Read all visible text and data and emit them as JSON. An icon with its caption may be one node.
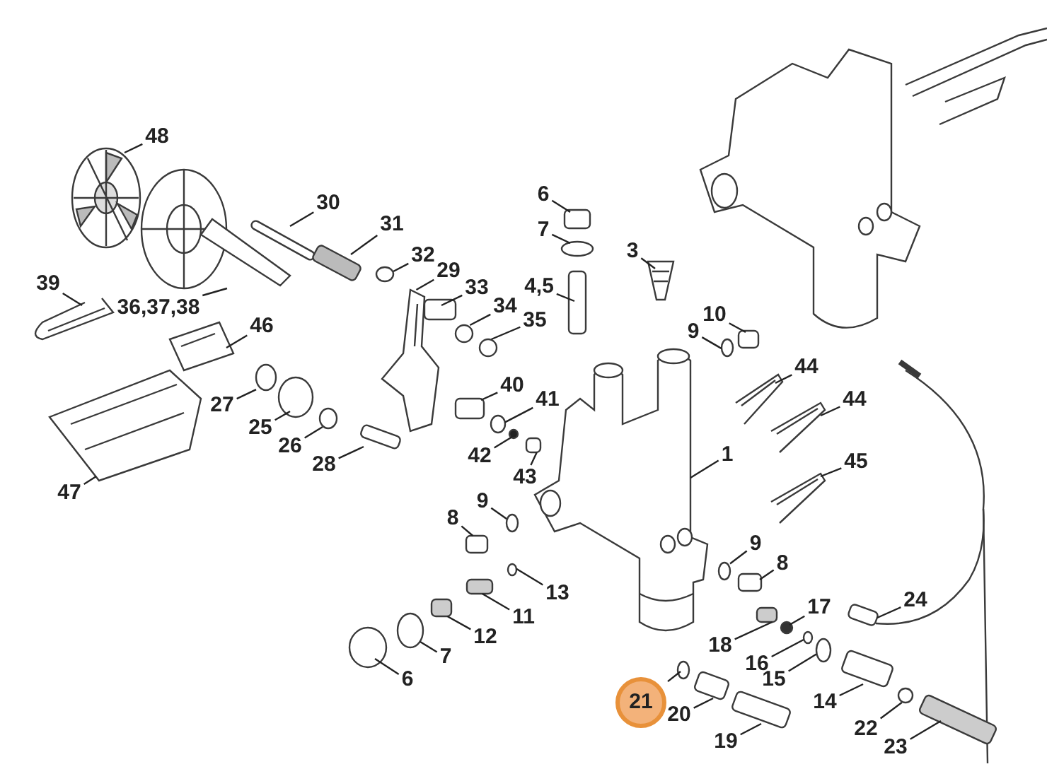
{
  "diagram": {
    "nodes": [
      {
        "text": [
          "48"
        ]
      },
      {
        "text": [
          "6"
        ]
      },
      {
        "text": [
          "30"
        ]
      },
      {
        "text": [
          "7"
        ]
      },
      {
        "text": [
          "31"
        ]
      },
      {
        "text": [
          "3"
        ]
      },
      {
        "text": [
          "32"
        ]
      },
      {
        "text": [
          "29"
        ]
      },
      {
        "text": [
          "39"
        ]
      },
      {
        "text": [
          "4,5"
        ]
      },
      {
        "text": [
          "33"
        ]
      },
      {
        "text": [
          "36,37,38"
        ]
      },
      {
        "text": [
          "34"
        ]
      },
      {
        "text": [
          "10"
        ]
      },
      {
        "text": [
          "35"
        ]
      },
      {
        "text": [
          "46"
        ]
      },
      {
        "text": [
          "9"
        ]
      },
      {
        "text": [
          "44"
        ]
      },
      {
        "text": [
          "40"
        ]
      },
      {
        "text": [
          "44"
        ]
      },
      {
        "text": [
          "41"
        ]
      },
      {
        "text": [
          "27"
        ]
      },
      {
        "text": [
          "25"
        ]
      },
      {
        "text": [
          "26"
        ]
      },
      {
        "text": [
          "42"
        ]
      },
      {
        "text": [
          "1"
        ]
      },
      {
        "text": [
          "45"
        ]
      },
      {
        "text": [
          "28"
        ]
      },
      {
        "text": [
          "43"
        ]
      },
      {
        "text": [
          "47"
        ]
      },
      {
        "text": [
          "9"
        ]
      },
      {
        "text": [
          "8"
        ]
      },
      {
        "text": [
          "9"
        ]
      },
      {
        "text": [
          "8"
        ]
      },
      {
        "text": [
          "13"
        ]
      },
      {
        "text": [
          "24"
        ]
      },
      {
        "text": [
          "17"
        ]
      },
      {
        "text": [
          "11"
        ]
      },
      {
        "text": [
          "12"
        ]
      },
      {
        "text": [
          "18"
        ]
      },
      {
        "text": [
          "7"
        ]
      },
      {
        "text": [
          "16"
        ]
      },
      {
        "text": [
          "15"
        ]
      },
      {
        "text": [
          "6"
        ]
      },
      {
        "text": [
          "21"
        ]
      },
      {
        "text": [
          "14"
        ]
      },
      {
        "text": [
          "20"
        ]
      },
      {
        "text": [
          "22"
        ]
      },
      {
        "text": [
          "19"
        ]
      },
      {
        "text": [
          "23"
        ]
      },
      {
        "text": [],
        "shape": "picture"
      },
      {
        "text": [],
        "shape": "box"
      },
      {
        "text": [],
        "shape": "box"
      },
      {
        "text": [],
        "shape": "circle"
      },
      {
        "text": [],
        "shape": "box"
      },
      {
        "text": [],
        "shape": "picture"
      },
      {
        "text": [],
        "shape": "circle"
      },
      {
        "text": [],
        "shape": "picture"
      },
      {
        "text": [],
        "shape": "picture"
      },
      {
        "text": [],
        "shape": "box"
      },
      {
        "text": [],
        "shape": "box"
      },
      {
        "text": [],
        "shape": "picture"
      },
      {
        "text": [],
        "shape": "circle"
      },
      {
        "text": [],
        "shape": "box"
      },
      {
        "text": [],
        "shape": "circle"
      },
      {
        "text": [],
        "shape": "picture"
      },
      {
        "text": [],
        "shape": "circle"
      },
      {
        "text": [],
        "shape": "picture"
      },
      {
        "text": [],
        "shape": "box"
      },
      {
        "text": [],
        "shape": "picture"
      },
      {
        "text": [],
        "shape": "circle"
      },
      {
        "text": [],
        "shape": "circle"
      },
      {
        "text": [],
        "shape": "circle"
      },
      {
        "text": [],
        "shape": "circle"
      },
      {
        "text": [],
        "shape": "circle"
      },
      {
        "text": [],
        "shape": "picture"
      },
      {
        "text": [],
        "shape": "picture"
      },
      {
        "text": [],
        "shape": "box"
      },
      {
        "text": [],
        "shape": "box"
      },
      {
        "text": [],
        "shape": "picture"
      },
      {
        "text": [],
        "shape": "circle"
      },
      {
        "text": [],
        "shape": "box"
      },
      {
        "text": [],
        "shape": "circle"
      },
      {
        "text": [],
        "shape": "box"
      },
      {
        "text": [],
        "shape": "circle"
      },
      {
        "text": [],
        "shape": "box"
      },
      {
        "text": [],
        "shape": "circle"
      },
      {
        "text": [],
        "shape": "box"
      },
      {
        "text": [],
        "shape": "box"
      },
      {
        "text": [],
        "shape": "box"
      },
      {
        "text": [],
        "shape": "circle"
      },
      {
        "text": [],
        "shape": "circle"
      },
      {
        "text": [],
        "shape": "circle"
      },
      {
        "text": [],
        "shape": "circle"
      },
      {
        "text": [],
        "shape": "circle"
      },
      {
        "text": [],
        "shape": "box"
      },
      {
        "text": [],
        "shape": "box"
      },
      {
        "text": [],
        "shape": "circle"
      },
      {
        "text": [],
        "shape": "box"
      },
      {
        "text": [],
        "shape": "box"
      }
    ],
    "edges": [
      {
        "from": 0,
        "to": 50,
        "arrow": "none"
      },
      {
        "from": 1,
        "to": 51,
        "arrow": "none"
      },
      {
        "from": 2,
        "to": 52,
        "arrow": "none"
      },
      {
        "from": 3,
        "to": 53,
        "arrow": "none"
      },
      {
        "from": 4,
        "to": 54,
        "arrow": "none"
      },
      {
        "from": 5,
        "to": 55,
        "arrow": "none"
      },
      {
        "from": 6,
        "to": 56,
        "arrow": "none"
      },
      {
        "from": 7,
        "to": 57,
        "arrow": "none"
      },
      {
        "from": 8,
        "to": 58,
        "arrow": "none"
      },
      {
        "from": 9,
        "to": 59,
        "arrow": "none"
      },
      {
        "from": 10,
        "to": 60,
        "arrow": "none"
      },
      {
        "from": 11,
        "to": 61,
        "arrow": "none"
      },
      {
        "from": 12,
        "to": 62,
        "arrow": "none"
      },
      {
        "from": 13,
        "to": 63,
        "arrow": "none"
      },
      {
        "from": 14,
        "to": 64,
        "arrow": "none"
      },
      {
        "from": 15,
        "to": 65,
        "arrow": "none"
      },
      {
        "from": 16,
        "to": 66,
        "arrow": "none"
      },
      {
        "from": 17,
        "to": 67,
        "arrow": "none"
      },
      {
        "from": 18,
        "to": 68,
        "arrow": "none"
      },
      {
        "from": 19,
        "to": 69,
        "arrow": "none"
      },
      {
        "from": 20,
        "to": 70,
        "arrow": "none"
      },
      {
        "from": 21,
        "to": 71,
        "arrow": "none"
      },
      {
        "from": 22,
        "to": 72,
        "arrow": "none"
      },
      {
        "from": 23,
        "to": 73,
        "arrow": "none"
      },
      {
        "from": 24,
        "to": 74,
        "arrow": "none"
      },
      {
        "from": 25,
        "to": 75,
        "arrow": "none"
      },
      {
        "from": 26,
        "to": 76,
        "arrow": "none"
      },
      {
        "from": 27,
        "to": 77,
        "arrow": "none"
      },
      {
        "from": 28,
        "to": 78,
        "arrow": "none"
      },
      {
        "from": 29,
        "to": 79,
        "arrow": "none"
      },
      {
        "from": 30,
        "to": 80,
        "arrow": "none"
      },
      {
        "from": 31,
        "to": 81,
        "arrow": "none"
      },
      {
        "from": 32,
        "to": 82,
        "arrow": "none"
      },
      {
        "from": 33,
        "to": 83,
        "arrow": "none"
      },
      {
        "from": 34,
        "to": 84,
        "arrow": "none"
      },
      {
        "from": 35,
        "to": 85,
        "arrow": "none"
      },
      {
        "from": 36,
        "to": 86,
        "arrow": "none"
      },
      {
        "from": 37,
        "to": 87,
        "arrow": "none"
      },
      {
        "from": 38,
        "to": 88,
        "arrow": "none"
      },
      {
        "from": 39,
        "to": 89,
        "arrow": "none"
      },
      {
        "from": 40,
        "to": 90,
        "arrow": "none"
      },
      {
        "from": 41,
        "to": 91,
        "arrow": "none"
      },
      {
        "from": 42,
        "to": 92,
        "arrow": "none"
      },
      {
        "from": 43,
        "to": 93,
        "arrow": "none"
      },
      {
        "from": 44,
        "to": 94,
        "arrow": "none"
      },
      {
        "from": 45,
        "to": 95,
        "arrow": "none"
      },
      {
        "from": 46,
        "to": 96,
        "arrow": "none"
      },
      {
        "from": 47,
        "to": 97,
        "arrow": "none"
      },
      {
        "from": 48,
        "to": 98,
        "arrow": "none"
      },
      {
        "from": 49,
        "to": 99,
        "arrow": "none"
      }
    ]
  }
}
